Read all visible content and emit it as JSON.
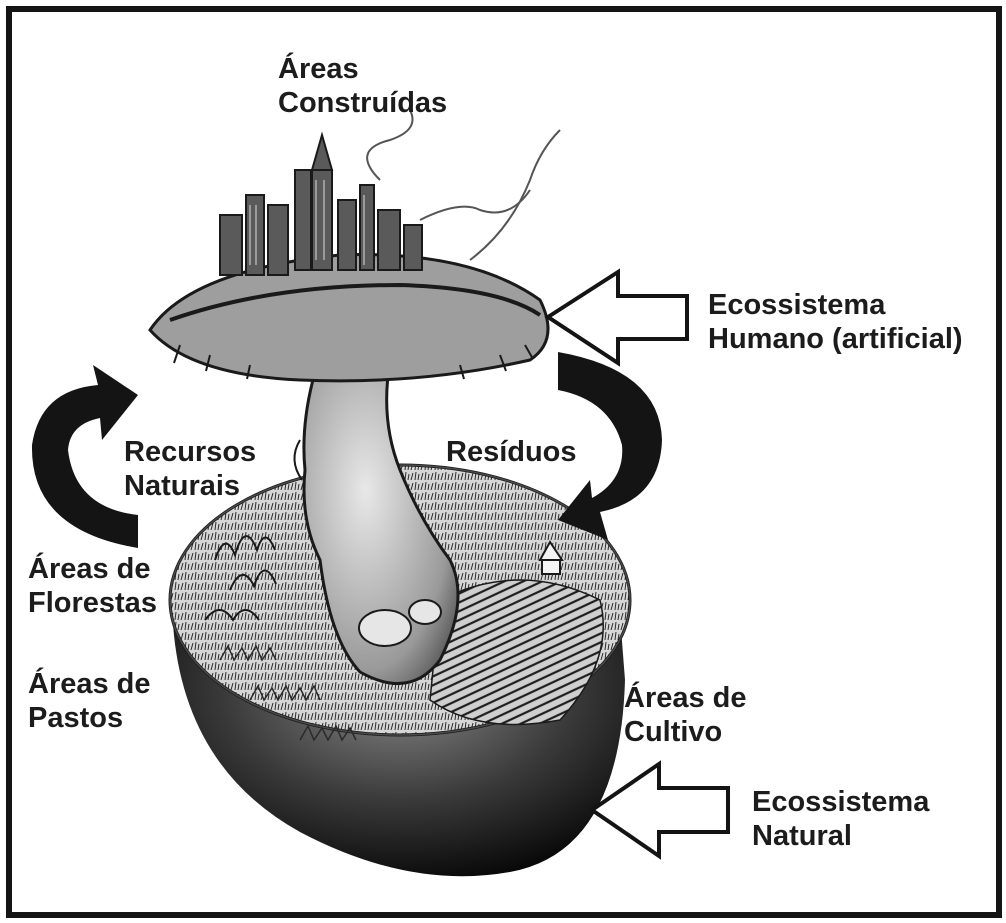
{
  "labels": {
    "built_areas": [
      "Áreas",
      "Construídas"
    ],
    "human_ecosystem": [
      "Ecossistema",
      "Humano (artificial)"
    ],
    "natural_resources": [
      "Recursos",
      "Naturais"
    ],
    "residues": [
      "Resíduos"
    ],
    "forest_areas": [
      "Áreas de",
      "Florestas"
    ],
    "pasture_areas": [
      "Áreas de",
      "Pastos"
    ],
    "crop_areas": [
      "Áreas de",
      "Cultivo"
    ],
    "natural_ecosystem": [
      "Ecossistema",
      "Natural"
    ]
  },
  "colors": {
    "ink": "#141414",
    "background": "#ffffff",
    "text": "#1c1c1c"
  }
}
